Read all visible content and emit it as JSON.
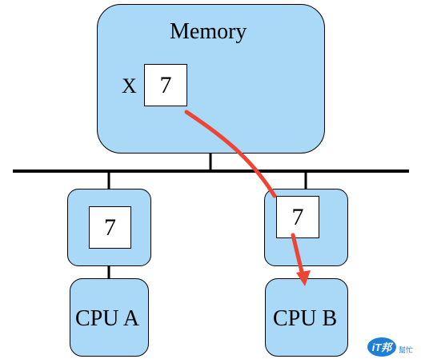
{
  "memory": {
    "title": "Memory",
    "var_name": "X",
    "var_value": "7"
  },
  "cache_a": {
    "value": "7"
  },
  "cache_b": {
    "value": "7"
  },
  "cpu_a": {
    "label": "CPU A"
  },
  "cpu_b": {
    "label": "CPU B"
  },
  "watermark": {
    "main": "iT邦",
    "sub": "幫忙"
  },
  "colors": {
    "box_fill": "#a9d9f7",
    "arrow": "#ee4433",
    "bus": "#000000"
  }
}
